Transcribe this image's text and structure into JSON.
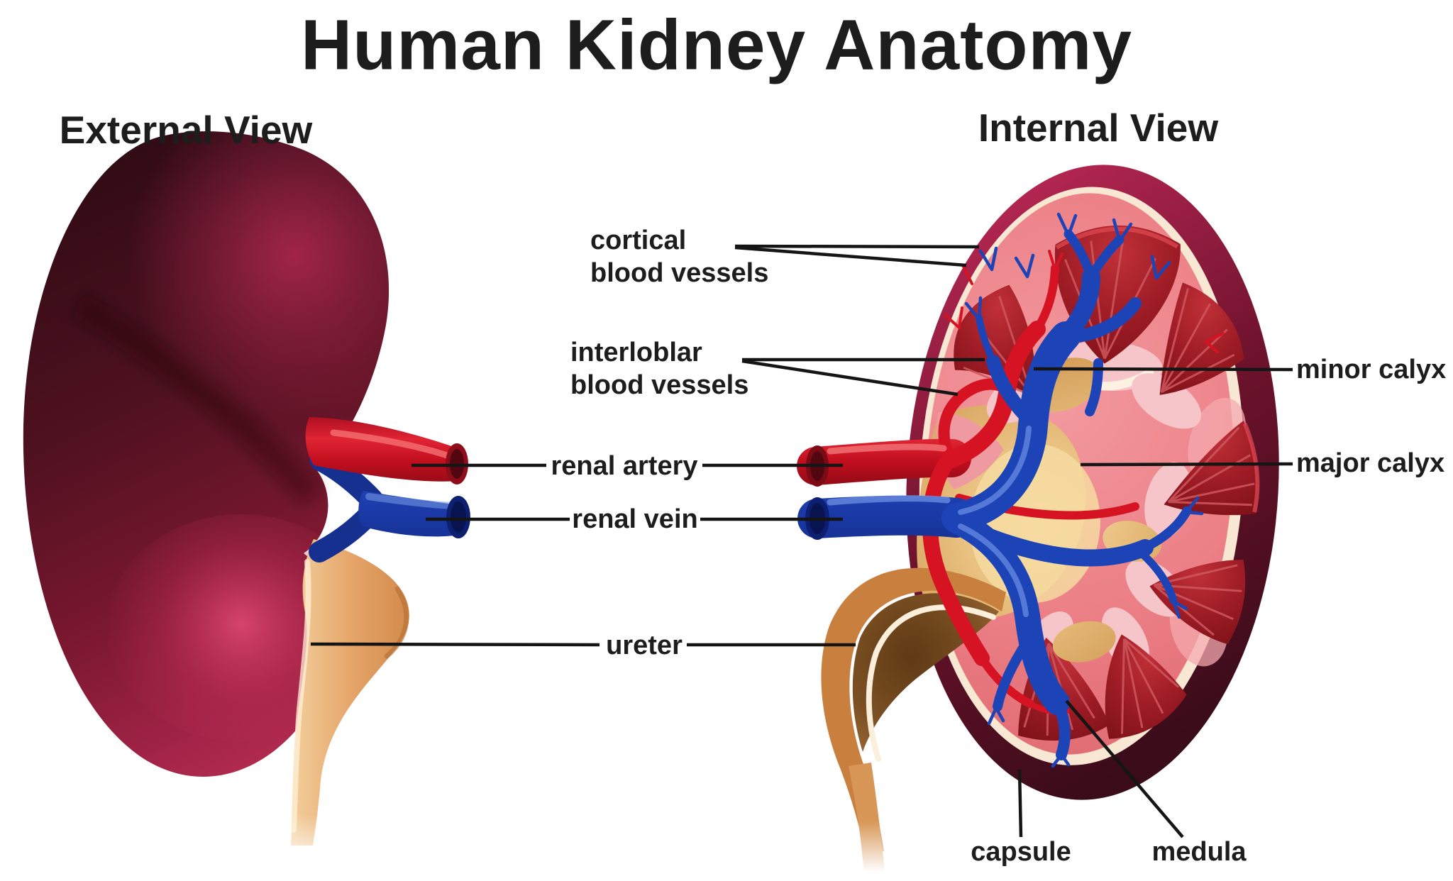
{
  "title": "Human Kidney Anatomy",
  "views": {
    "external": "External View",
    "internal": "Internal View"
  },
  "annotations": {
    "cortical": {
      "line1": "cortical",
      "line2": "blood vessels"
    },
    "interloblar": {
      "line1": "interloblar",
      "line2": "blood vessels"
    },
    "renal_artery": "renal artery",
    "renal_vein": "renal vein",
    "ureter": "ureter",
    "minor_calyx": "minor calyx",
    "major_calyx": "major calyx",
    "capsule": "capsule",
    "medula": "medula"
  },
  "colors": {
    "background": "#ffffff",
    "text": "#1d1d1d",
    "leader_line": "#151515",
    "artery_red": "#d41424",
    "vein_blue": "#1c3cae",
    "ureter_tan": "#e5a468",
    "kidney_dark_maroon": "#4a0f1e",
    "kidney_crimson": "#a01e44",
    "cortex_pink": "#ec8187",
    "pyramid_red": "#9c1b24",
    "calyx_gold": "#e2b274",
    "capsule_cream": "#f8e7d2"
  }
}
